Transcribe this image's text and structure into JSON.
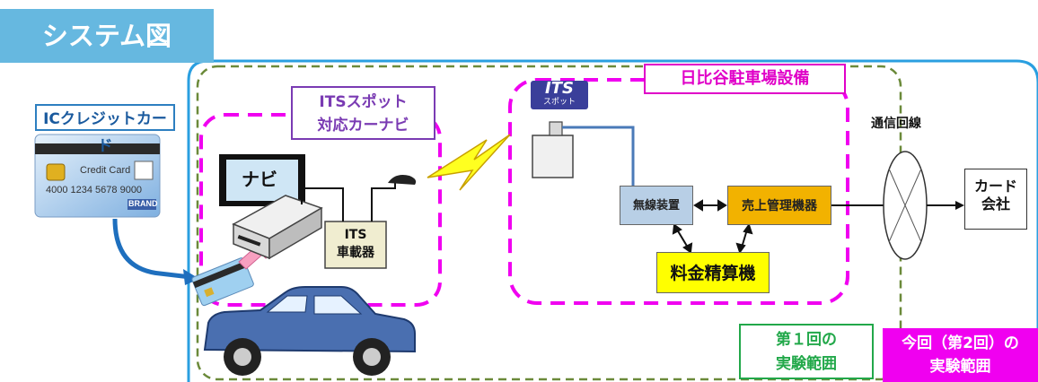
{
  "title": "システム図",
  "ic_card": {
    "label": "ICクレジットカード",
    "card_name": "Credit Card",
    "card_number": "4000 1234 5678 9000",
    "brand": "BRAND"
  },
  "its_spot_navi": {
    "label_line1": "ITSスポット",
    "label_line2": "対応カーナビ"
  },
  "navi": {
    "label": "ナビ"
  },
  "its_unit": {
    "line1": "ITS",
    "line2": "車載器"
  },
  "its_spot_logo": {
    "main": "ITS",
    "sub": "スポット"
  },
  "hibiya": {
    "label": "日比谷駐車場設備"
  },
  "musen": {
    "label": "無線装置"
  },
  "uriage": {
    "label": "売上管理機器"
  },
  "ryokin": {
    "label": "料金精算機"
  },
  "tsushin": {
    "label": "通信回線"
  },
  "card_company": {
    "line1": "カード",
    "line2": "会社"
  },
  "round1": {
    "line1": "第１回の",
    "line2": "実験範囲"
  },
  "round2": {
    "line1": "今回（第2回）の",
    "line2": "実験範囲"
  },
  "colors": {
    "title_tab": "#66b8e0",
    "outer_frame": "#2a9fe0",
    "round1_frame": "#6b8a3a",
    "round2_frame": "#f000f0",
    "musen": "#b8cfe6",
    "uriage": "#f2b200",
    "ryokin": "#ffff00",
    "car": "#4a6fb0"
  }
}
